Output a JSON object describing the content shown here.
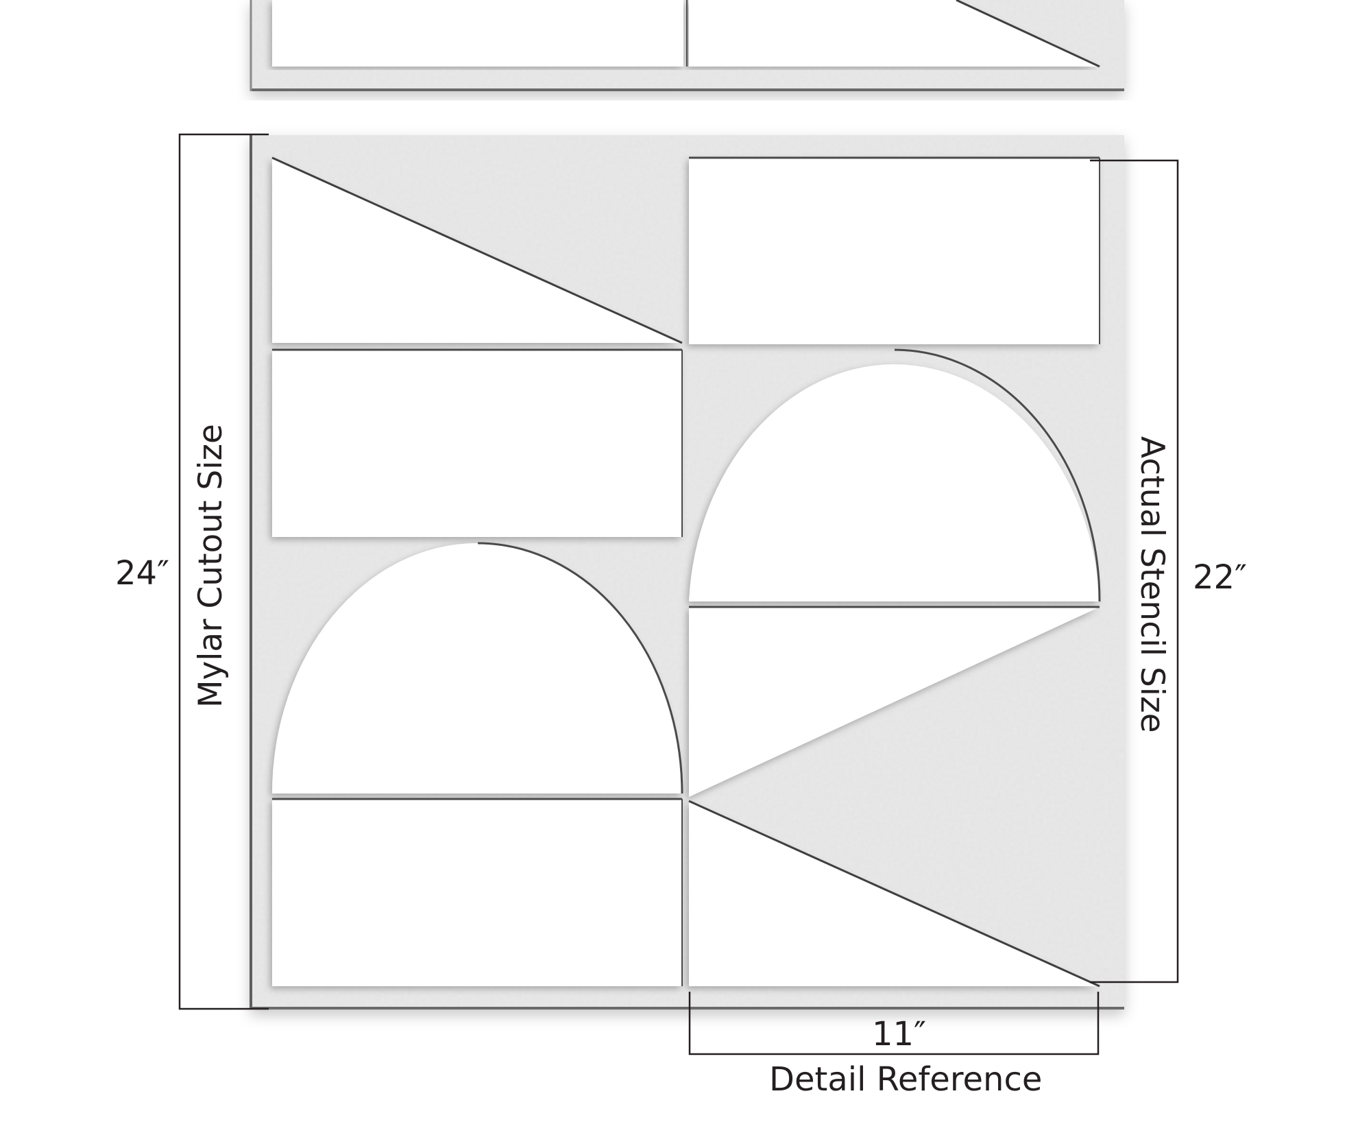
{
  "figure": {
    "title": "Stencil dimension diagram",
    "colors": {
      "background": "#ffffff",
      "stencil": "#e3e3e3",
      "stencil_texture": "#d9d9d9",
      "cutout": "#ffffff",
      "shadow": "#5a5a5a",
      "dimension_line": "#231f20",
      "text": "#231f20"
    }
  },
  "dimensions": {
    "height_outer": {
      "value": "24″",
      "label": "Mylar Cutout Size"
    },
    "height_inner": {
      "value": "22″",
      "label": "Actual Stencil Size"
    },
    "width_detail": {
      "value": "11″",
      "label": "Detail Reference"
    }
  },
  "stencil_panels": [
    {
      "name": "top-partial-panel",
      "visible": "partial",
      "cutouts": [
        "rectangle",
        "triangle"
      ]
    },
    {
      "name": "main-panel",
      "cutouts": [
        {
          "column": "left",
          "shapes": [
            "triangle",
            "rectangle",
            "arch",
            "rectangle"
          ]
        },
        {
          "column": "right",
          "shapes": [
            "rectangle",
            "arch",
            "triangle",
            "triangle"
          ]
        }
      ]
    }
  ]
}
